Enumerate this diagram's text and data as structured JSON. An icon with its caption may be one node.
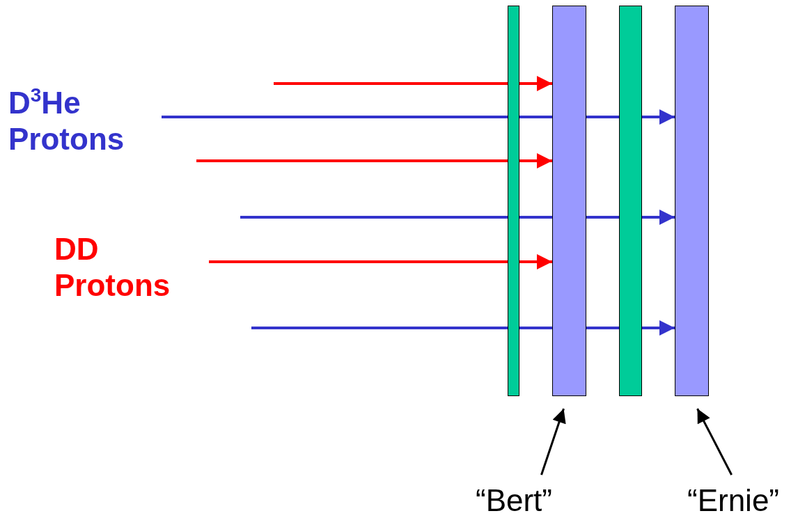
{
  "diagram": {
    "nodes": [
      {
        "text": [],
        "shape": "bar"
      },
      {
        "text": [],
        "shape": "bar"
      },
      {
        "text": [],
        "shape": "bar"
      },
      {
        "text": [],
        "shape": "bar"
      },
      {
        "text": [
          "“Bert”"
        ]
      },
      {
        "text": [
          "“Ernie”"
        ]
      }
    ],
    "edges": [
      {
        "from": null,
        "to": 1,
        "arrow": "to",
        "color": "#ff0000"
      },
      {
        "from": null,
        "to": 3,
        "arrow": "to",
        "color": "#3333cc"
      },
      {
        "from": null,
        "to": 1,
        "arrow": "to",
        "color": "#ff0000"
      },
      {
        "from": null,
        "to": 3,
        "arrow": "to",
        "color": "#3333cc"
      },
      {
        "from": null,
        "to": 1,
        "arrow": "to",
        "color": "#ff0000"
      },
      {
        "from": null,
        "to": 3,
        "arrow": "to",
        "color": "#3333cc"
      },
      {
        "from": 4,
        "to": 1,
        "arrow": "to",
        "color": "#000000"
      },
      {
        "from": 5,
        "to": 3,
        "arrow": "to",
        "color": "#000000"
      }
    ],
    "labels": [
      "D$^{3}$He Protons",
      "DD Protons"
    ]
  }
}
